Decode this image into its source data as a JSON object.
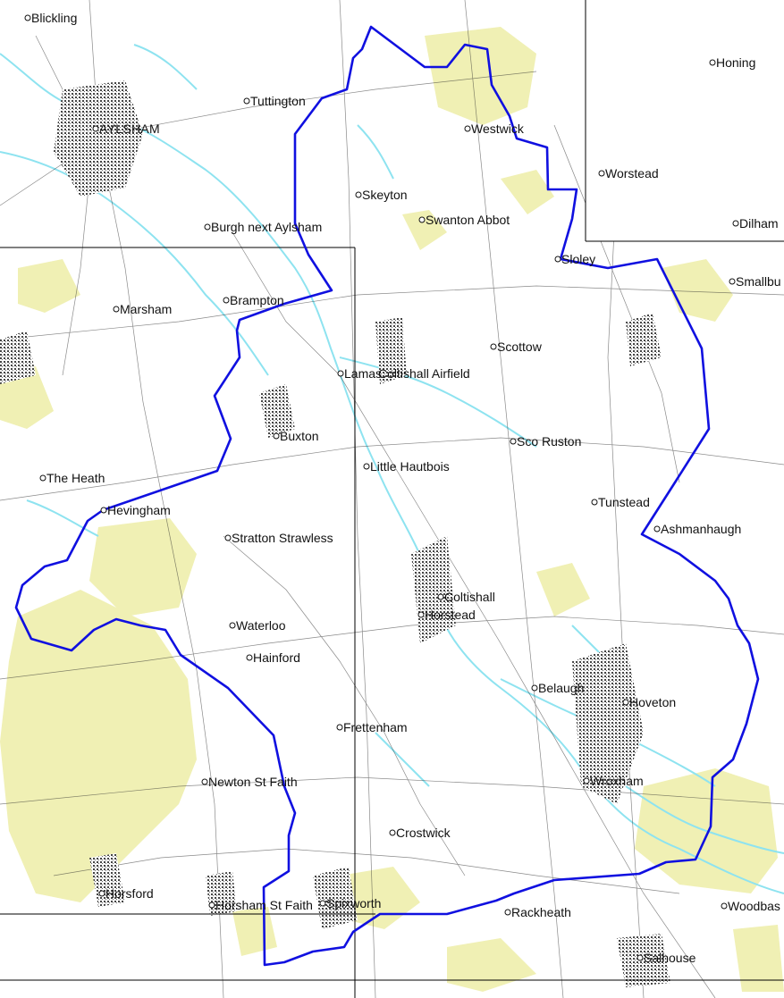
{
  "map": {
    "colors": {
      "background": "#ffffff",
      "boundary": "#1010e0",
      "water": "#8ee3f0",
      "woodland": "#f0f0b4",
      "roads": "#222222",
      "settlement": "#3a3a3a",
      "sheet_lines": "#000000"
    },
    "places": [
      {
        "name": "Blickling"
      },
      {
        "name": "Honing"
      },
      {
        "name": "Tuttington"
      },
      {
        "name": "AYLSHAM"
      },
      {
        "name": "Westwick"
      },
      {
        "name": "Worstead"
      },
      {
        "name": "Skeyton"
      },
      {
        "name": "Swanton Abbot"
      },
      {
        "name": "Burgh next Aylsham"
      },
      {
        "name": "Dilham"
      },
      {
        "name": "Sloley"
      },
      {
        "name": "Smallbu"
      },
      {
        "name": "Marsham"
      },
      {
        "name": "Brampton"
      },
      {
        "name": "Scottow"
      },
      {
        "name": "Lamas"
      },
      {
        "name": "Coltishall Airfield"
      },
      {
        "name": "Buxton"
      },
      {
        "name": "Sco Ruston"
      },
      {
        "name": "Little Hautbois"
      },
      {
        "name": "The Heath"
      },
      {
        "name": "Tunstead"
      },
      {
        "name": "Hevingham"
      },
      {
        "name": "Ashmanhaugh"
      },
      {
        "name": "Stratton Strawless"
      },
      {
        "name": "Coltishall"
      },
      {
        "name": "Horstead"
      },
      {
        "name": "Waterloo"
      },
      {
        "name": "Hainford"
      },
      {
        "name": "Belaugh"
      },
      {
        "name": "Hoveton"
      },
      {
        "name": "Frettenham"
      },
      {
        "name": "Newton St Faith"
      },
      {
        "name": "Wroxham"
      },
      {
        "name": "Crostwick"
      },
      {
        "name": "Horsford"
      },
      {
        "name": "Horsham St Faith"
      },
      {
        "name": "Spixworth"
      },
      {
        "name": "Rackheath"
      },
      {
        "name": "Woodbas"
      },
      {
        "name": "Salhouse"
      }
    ]
  }
}
